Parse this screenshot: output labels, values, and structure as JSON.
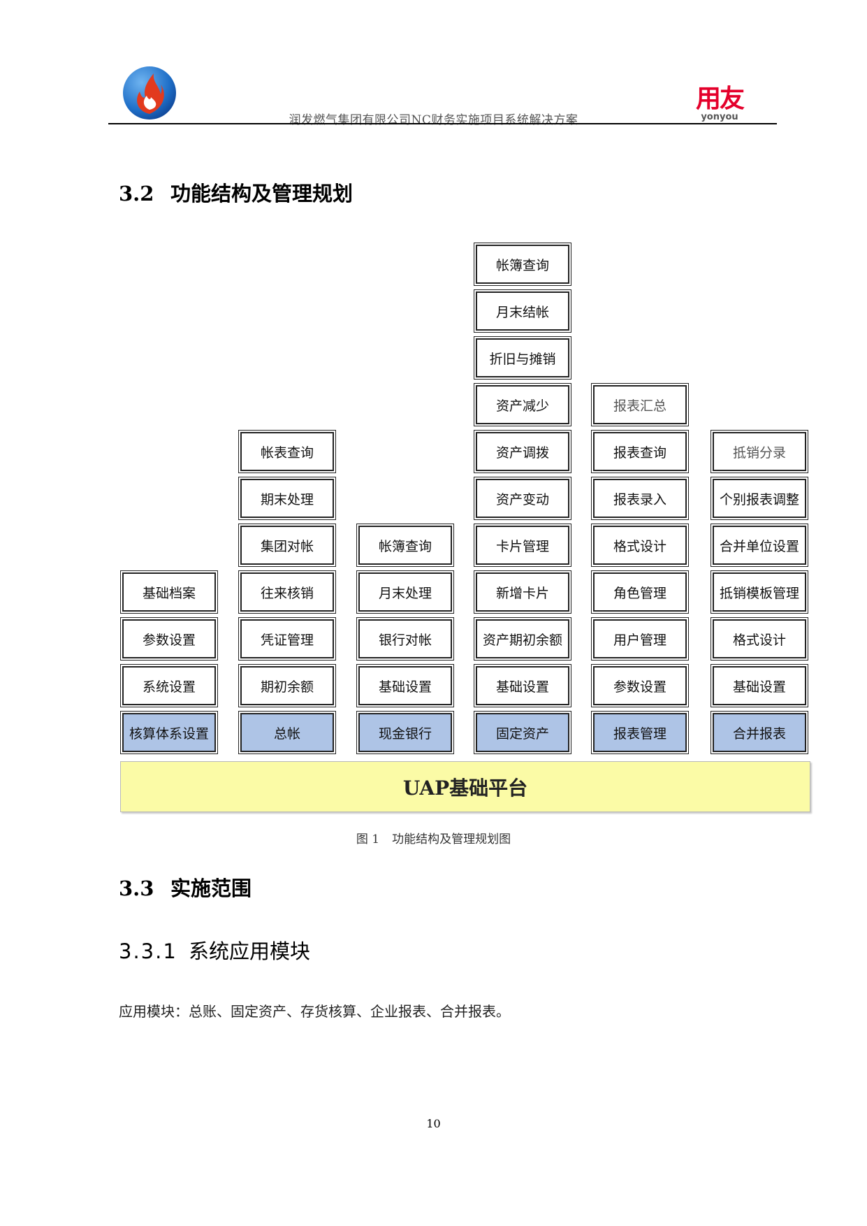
{
  "header": {
    "title": "润发燃气集团有限公司NC财务实施项目系统解决方案",
    "brand_cn": "用友",
    "brand_en": "yonyou"
  },
  "section_3_2": {
    "number": "3.2",
    "title": "功能结构及管理规划"
  },
  "diagram": {
    "platform": "UAP基础平台",
    "columns": [
      {
        "base": "核算体系设置",
        "items": [
          "系统设置",
          "参数设置",
          "基础档案"
        ]
      },
      {
        "base": "总帐",
        "items": [
          "期初余额",
          "凭证管理",
          "往来核销",
          "集团对帐",
          "期末处理",
          "帐表查询"
        ]
      },
      {
        "base": "现金银行",
        "items": [
          "基础设置",
          "银行对帐",
          "月末处理",
          "帐簿查询"
        ]
      },
      {
        "base": "固定资产",
        "items": [
          "基础设置",
          "资产期初余额",
          "新增卡片",
          "卡片管理",
          "资产变动",
          "资产调拨",
          "资产减少",
          "折旧与摊销",
          "月末结帐",
          "帐簿查询"
        ]
      },
      {
        "base": "报表管理",
        "items": [
          "参数设置",
          "用户管理",
          "角色管理",
          "格式设计",
          "报表录入",
          "报表查询",
          "报表汇总"
        ]
      },
      {
        "base": "合并报表",
        "items": [
          "基础设置",
          "格式设计",
          "抵销模板管理",
          "合并单位设置",
          "个别报表调整",
          "抵销分录"
        ]
      }
    ]
  },
  "caption": {
    "label": "图 1",
    "text": "功能结构及管理规划图"
  },
  "section_3_3": {
    "number": "3.3",
    "title": "实施范围"
  },
  "section_3_3_1": {
    "number": "3.3.1",
    "title": "系统应用模块"
  },
  "body": {
    "text": "应用模块：总账、固定资产、存货核算、企业报表、合并报表。"
  },
  "page_number": "10"
}
